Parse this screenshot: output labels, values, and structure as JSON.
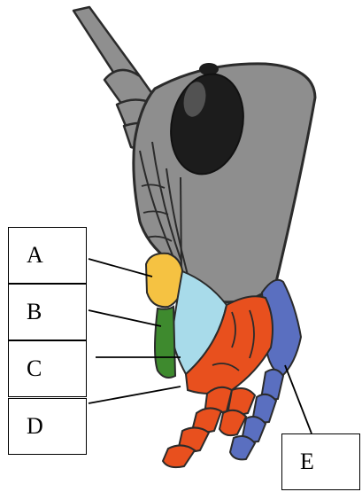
{
  "labels": {
    "a": "A",
    "b": "B",
    "c": "C",
    "d": "D",
    "e": "E"
  },
  "parts": [
    {
      "label": "A",
      "color": "#f5c242"
    },
    {
      "label": "B",
      "color": "#3e8a2e"
    },
    {
      "label": "C",
      "color": "#a8dbea"
    },
    {
      "label": "D",
      "color": "#e8501e"
    },
    {
      "label": "E",
      "color": "#5a6fc0"
    }
  ],
  "colors": {
    "head": "#8e8e8e",
    "antenna": "#8f8f8f",
    "eye": "#1c1c1c",
    "outline": "#2b2b2b"
  }
}
